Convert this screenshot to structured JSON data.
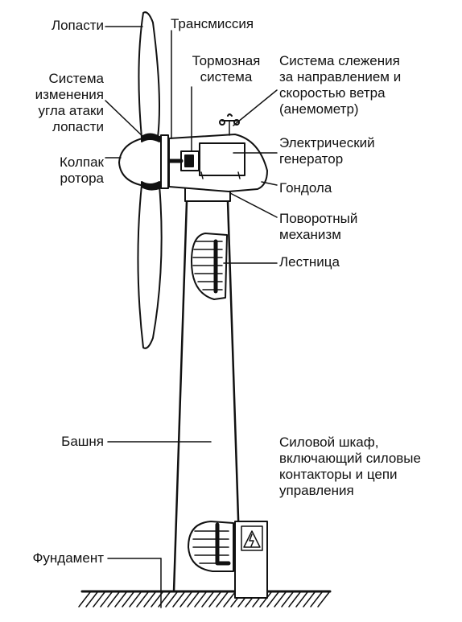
{
  "labels": {
    "blades": "Лопасти",
    "transmission": "Трансмиссия",
    "brake": [
      "Тормозная",
      "система"
    ],
    "pitch": [
      "Система",
      "изменения",
      "угла атаки",
      "лопасти"
    ],
    "tracking": [
      "Система слежения",
      "за направлением и",
      "скоростью ветра",
      "(анемометр)"
    ],
    "generator": [
      "Электрический",
      "генератор"
    ],
    "hub": [
      "Колпак",
      "ротора"
    ],
    "nacelle": "Гондола",
    "yaw": [
      "Поворотный",
      "механизм"
    ],
    "ladder": "Лестница",
    "tower": "Башня",
    "cabinet": [
      "Силовой шкаф,",
      "включающий силовые",
      "контакторы и цепи",
      "управления"
    ],
    "foundation": "Фундамент"
  },
  "colors": {
    "ink": "#111111",
    "fill": "#ffffff"
  }
}
